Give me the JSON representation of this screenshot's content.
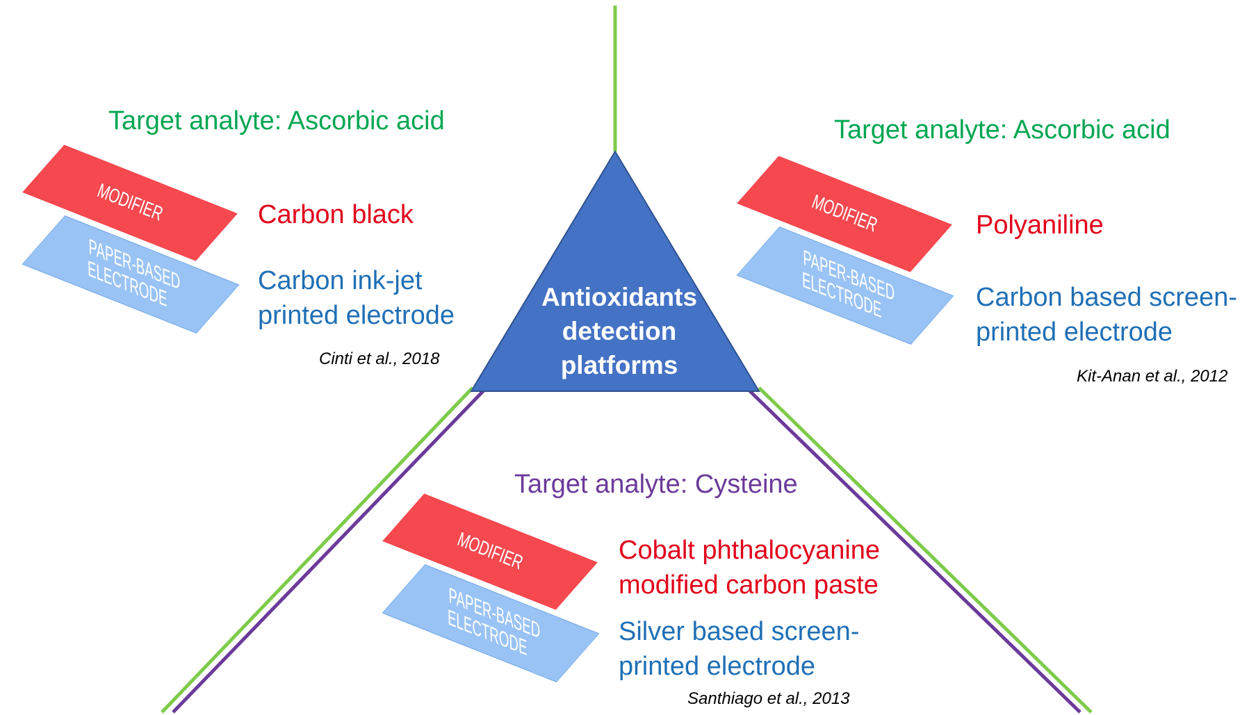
{
  "center": {
    "title_lines": [
      "Antioxidants",
      "detection",
      "platforms"
    ]
  },
  "colors": {
    "triangle": "#4472c4",
    "green_line": "#7dcb4a",
    "purple_line": "#6b3a9a",
    "modifier": "#f5484f",
    "paper": "#9ac3f5"
  },
  "left_panel": {
    "target": "Target analyte: Ascorbic acid",
    "modifier_tag": "MODIFIER",
    "paper_tag_line1": "PAPER-BASED",
    "paper_tag_line2": "ELECTRODE",
    "modifier_value": "Carbon black",
    "electrode_line1": "Carbon ink-jet",
    "electrode_line2": "printed electrode",
    "citation": "Cinti et al., 2018"
  },
  "right_panel": {
    "target": "Target analyte: Ascorbic acid",
    "modifier_tag": "MODIFIER",
    "paper_tag_line1": "PAPER-BASED",
    "paper_tag_line2": "ELECTRODE",
    "modifier_value": "Polyaniline",
    "electrode_line1": "Carbon based screen-",
    "electrode_line2": "printed electrode",
    "citation": "Kit-Anan et al., 2012"
  },
  "bottom_panel": {
    "target": "Target analyte: Cysteine",
    "modifier_tag": "MODIFIER",
    "paper_tag_line1": "PAPER-BASED",
    "paper_tag_line2": "ELECTRODE",
    "modifier_line1": "Cobalt phthalocyanine",
    "modifier_line2": "modified carbon paste",
    "electrode_line1": "Silver based screen-",
    "electrode_line2": "printed electrode",
    "citation": "Santhiago et al., 2013"
  }
}
